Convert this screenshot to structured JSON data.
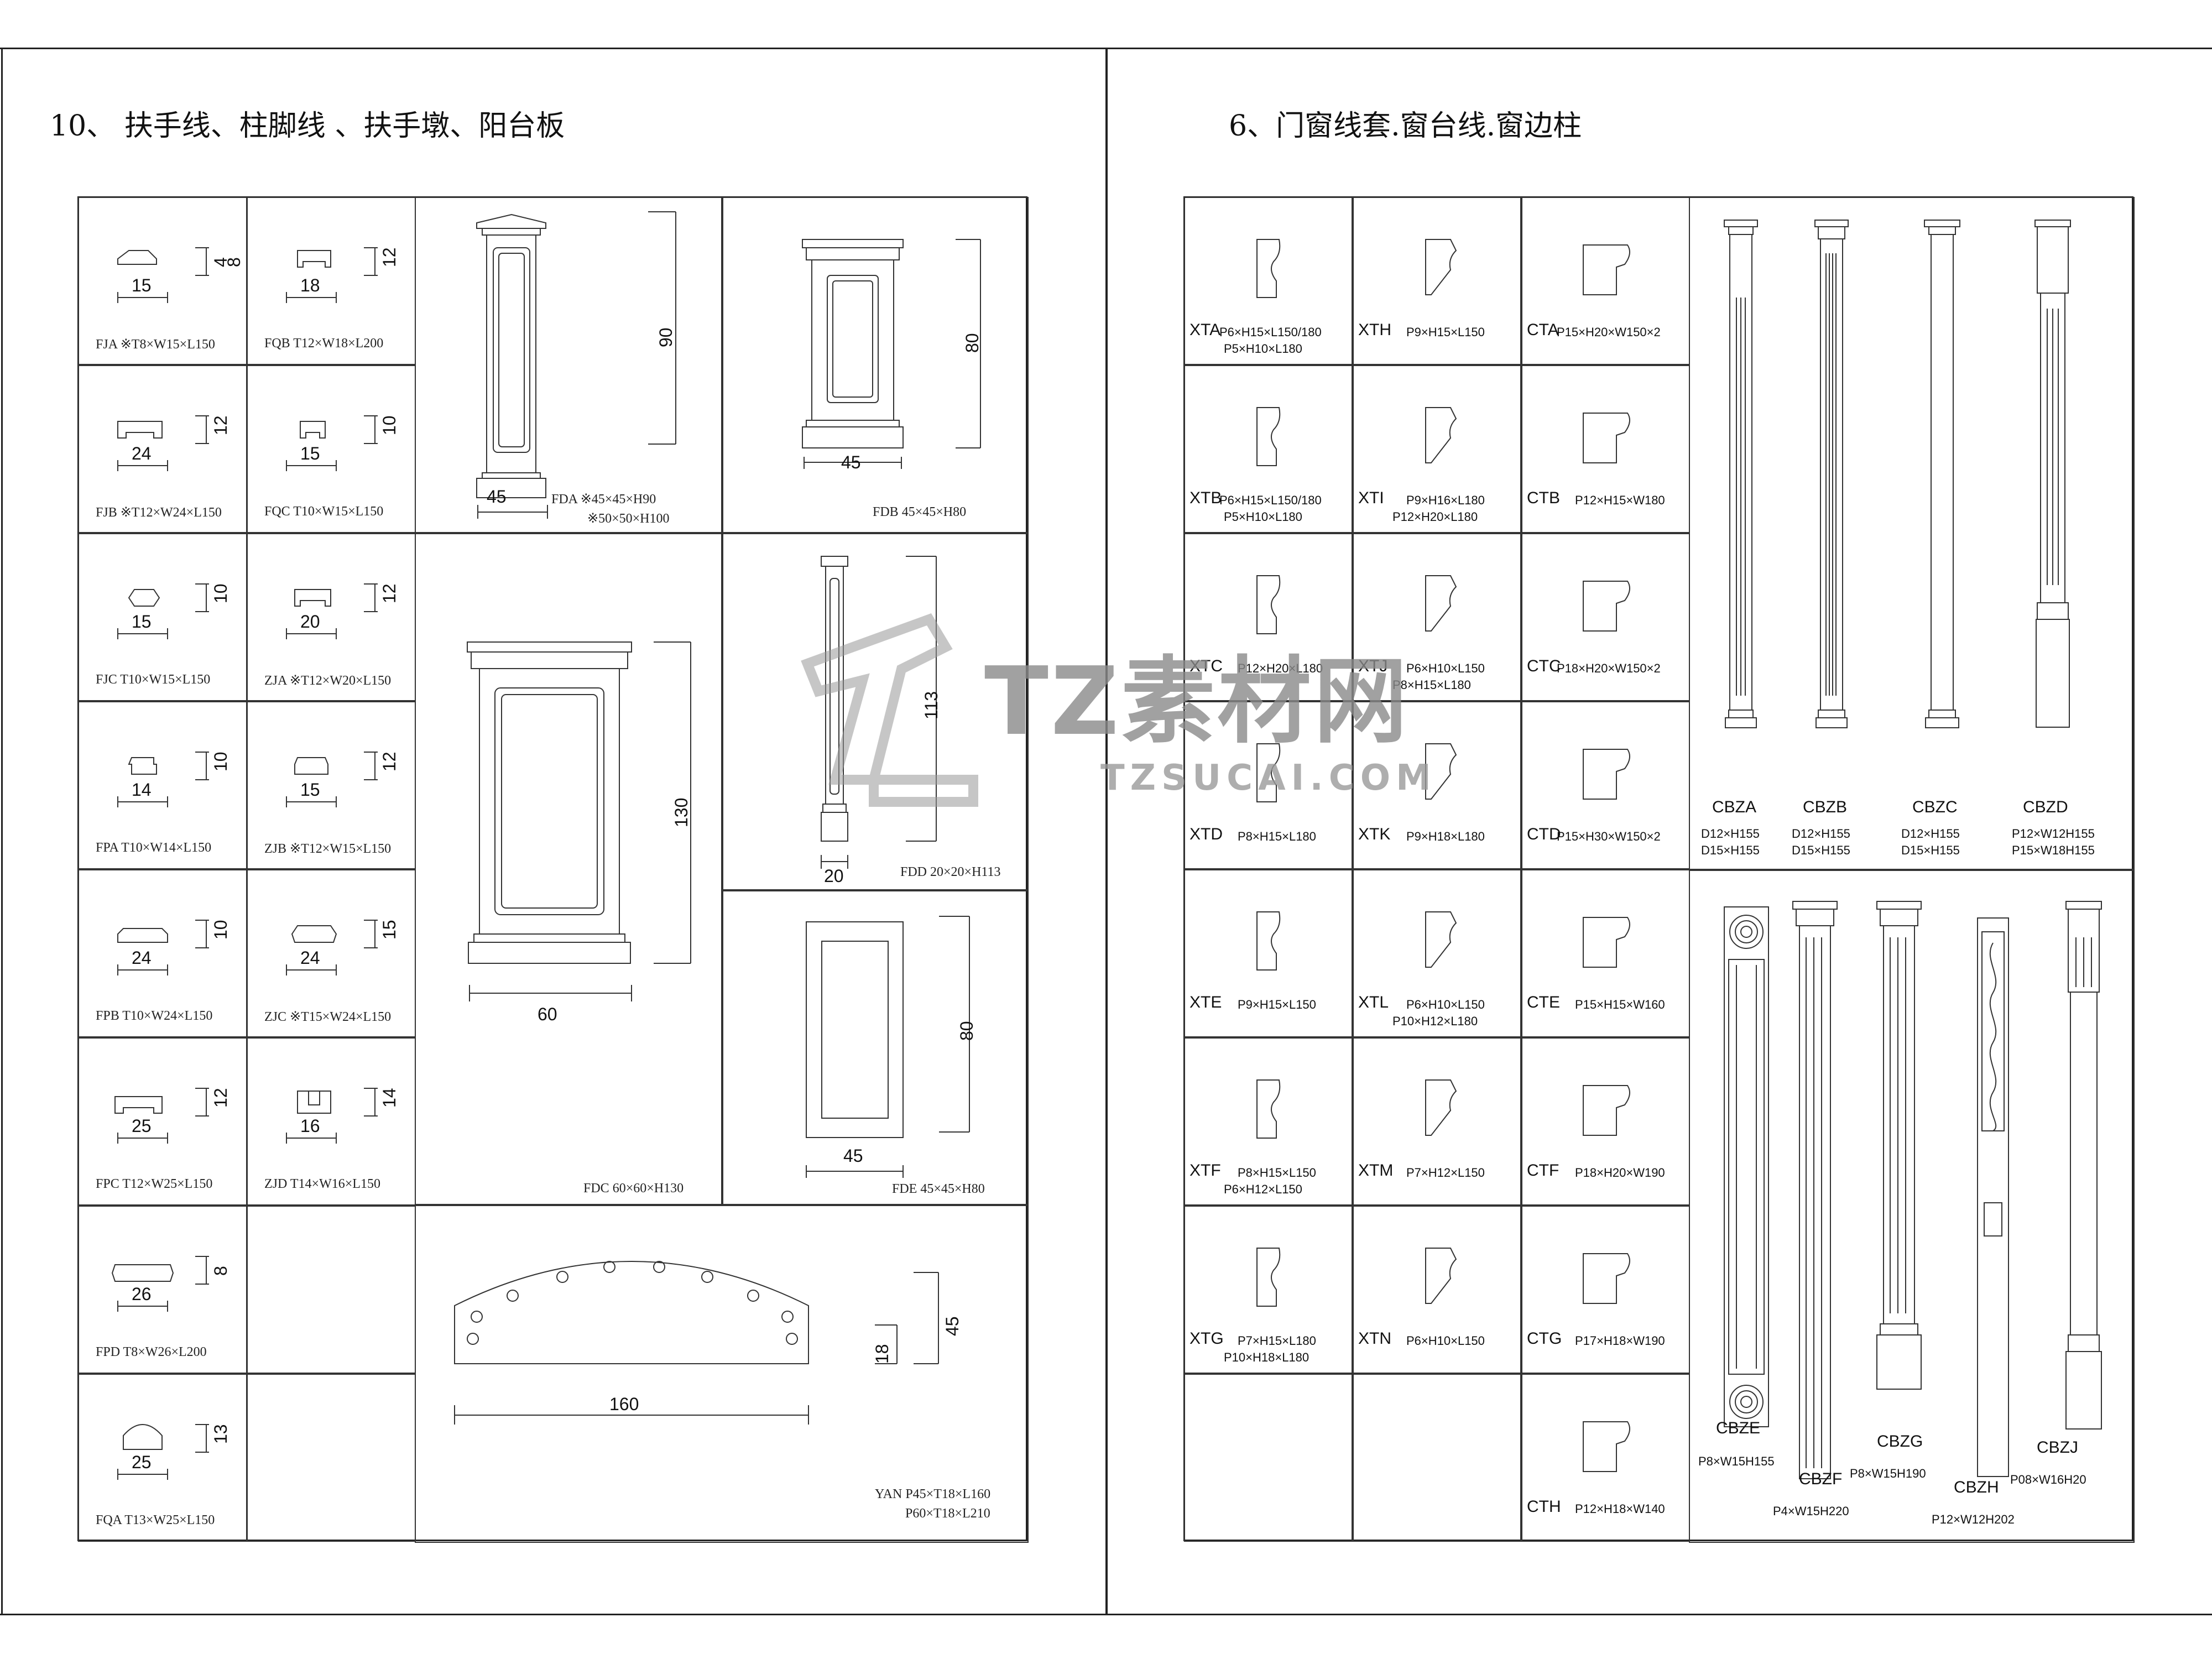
{
  "headings": {
    "left": "10、  扶手线、柱脚线 、扶手墩、阳台板",
    "right": "6、门窗线套.窗台线.窗边柱"
  },
  "left_small": [
    {
      "label": "FJA ※T8×W15×L150",
      "dims": [
        "15",
        "4",
        "8"
      ]
    },
    {
      "label": "FQB T12×W18×L200",
      "dims": [
        "18",
        "12"
      ]
    },
    {
      "label": "FJB ※T12×W24×L150",
      "dims": [
        "24",
        "12"
      ]
    },
    {
      "label": "FQC T10×W15×L150",
      "dims": [
        "15",
        "10"
      ]
    },
    {
      "label": "FJC  T10×W15×L150",
      "dims": [
        "15",
        "10"
      ]
    },
    {
      "label": "ZJA ※T12×W20×L150",
      "dims": [
        "20",
        "12"
      ]
    },
    {
      "label": "FPA T10×W14×L150",
      "dims": [
        "14",
        "10"
      ]
    },
    {
      "label": "ZJB ※T12×W15×L150",
      "dims": [
        "15",
        "12"
      ]
    },
    {
      "label": "FPB T10×W24×L150",
      "dims": [
        "24",
        "10"
      ]
    },
    {
      "label": "ZJC ※T15×W24×L150",
      "dims": [
        "24",
        "15"
      ]
    },
    {
      "label": "FPC  T12×W25×L150",
      "dims": [
        "25",
        "12"
      ]
    },
    {
      "label": "ZJD T14×W16×L150",
      "dims": [
        "16",
        "14"
      ]
    },
    {
      "label": "FPD  T8×W26×L200",
      "dims": [
        "26",
        "8"
      ]
    },
    {
      "label": "FQA  T13×W25×L150",
      "dims": [
        "25",
        "13"
      ]
    }
  ],
  "left_large": {
    "fda": {
      "label1": "FDA ※45×45×H90",
      "label2": "※50×50×H100",
      "w": "45",
      "h": "90"
    },
    "fdb": {
      "label": "FDB  45×45×H80",
      "w": "45",
      "h": "80"
    },
    "fdc": {
      "label": "FDC 60×60×H130",
      "w": "60",
      "h": "130"
    },
    "fdd": {
      "label": "FDD 20×20×H113",
      "w": "20",
      "h": "113"
    },
    "fde": {
      "label": "FDE 45×45×H80",
      "w": "45",
      "h": "80"
    },
    "yan": {
      "label1": "YAN P45×T18×L160",
      "label2": "P60×T18×L210",
      "w": "160",
      "h1": "45",
      "h2": "18"
    }
  },
  "right_cells": [
    {
      "code": "XTA",
      "spec1": "P6×H15×L150/180",
      "spec2": "P5×H10×L180"
    },
    {
      "code": "XTH",
      "spec1": "P9×H15×L150",
      "spec2": ""
    },
    {
      "code": "CTA",
      "spec1": "P15×H20×W150×2",
      "spec2": ""
    },
    {
      "code": "XTB",
      "spec1": "P6×H15×L150/180",
      "spec2": "P5×H10×L180"
    },
    {
      "code": "XTI",
      "spec1": "P9×H16×L180",
      "spec2": "P12×H20×L180"
    },
    {
      "code": "CTB",
      "spec1": "P12×H15×W180",
      "spec2": ""
    },
    {
      "code": "XTC",
      "spec1": "P12×H20×L180",
      "spec2": ""
    },
    {
      "code": "XTJ",
      "spec1": "P6×H10×L150",
      "spec2": "P8×H15×L180"
    },
    {
      "code": "CTC",
      "spec1": "P18×H20×W150×2",
      "spec2": ""
    },
    {
      "code": "XTD",
      "spec1": "P8×H15×L180",
      "spec2": ""
    },
    {
      "code": "XTK",
      "spec1": "P9×H18×L180",
      "spec2": ""
    },
    {
      "code": "CTD",
      "spec1": "P15×H30×W150×2",
      "spec2": ""
    },
    {
      "code": "XTE",
      "spec1": "P9×H15×L150",
      "spec2": ""
    },
    {
      "code": "XTL",
      "spec1": "P6×H10×L150",
      "spec2": "P10×H12×L180"
    },
    {
      "code": "CTE",
      "spec1": "P15×H15×W160",
      "spec2": ""
    },
    {
      "code": "XTF",
      "spec1": "P8×H15×L150",
      "spec2": "P6×H12×L150"
    },
    {
      "code": "XTM",
      "spec1": "P7×H12×L150",
      "spec2": ""
    },
    {
      "code": "CTF",
      "spec1": "P18×H20×W190",
      "spec2": ""
    },
    {
      "code": "XTG",
      "spec1": "P7×H15×L180",
      "spec2": "P10×H18×L180"
    },
    {
      "code": "XTN",
      "spec1": "P6×H10×L150",
      "spec2": ""
    },
    {
      "code": "CTG",
      "spec1": "P17×H18×W190",
      "spec2": ""
    },
    {
      "code": "",
      "spec1": "",
      "spec2": ""
    },
    {
      "code": "",
      "spec1": "",
      "spec2": ""
    },
    {
      "code": "CTH",
      "spec1": "P12×H18×W140",
      "spec2": ""
    }
  ],
  "columns_top": [
    {
      "code": "CBZA",
      "spec1": "D12×H155",
      "spec2": "D15×H155"
    },
    {
      "code": "CBZB",
      "spec1": "D12×H155",
      "spec2": "D15×H155"
    },
    {
      "code": "CBZC",
      "spec1": "D12×H155",
      "spec2": "D15×H155"
    },
    {
      "code": "CBZD",
      "spec1": "P12×W12H155",
      "spec2": "P15×W18H155"
    }
  ],
  "columns_bottom": [
    {
      "code": "CBZE",
      "spec": "P8×W15H155"
    },
    {
      "code": "CBZF",
      "spec": "P4×W15H220"
    },
    {
      "code": "CBZG",
      "spec": "P8×W15H190"
    },
    {
      "code": "CBZH",
      "spec": "P12×W12H202"
    },
    {
      "code": "CBZJ",
      "spec": "P08×W16H20"
    }
  ],
  "watermark": {
    "main": "TZ素材网",
    "sub": "TZSUCAI.COM"
  }
}
